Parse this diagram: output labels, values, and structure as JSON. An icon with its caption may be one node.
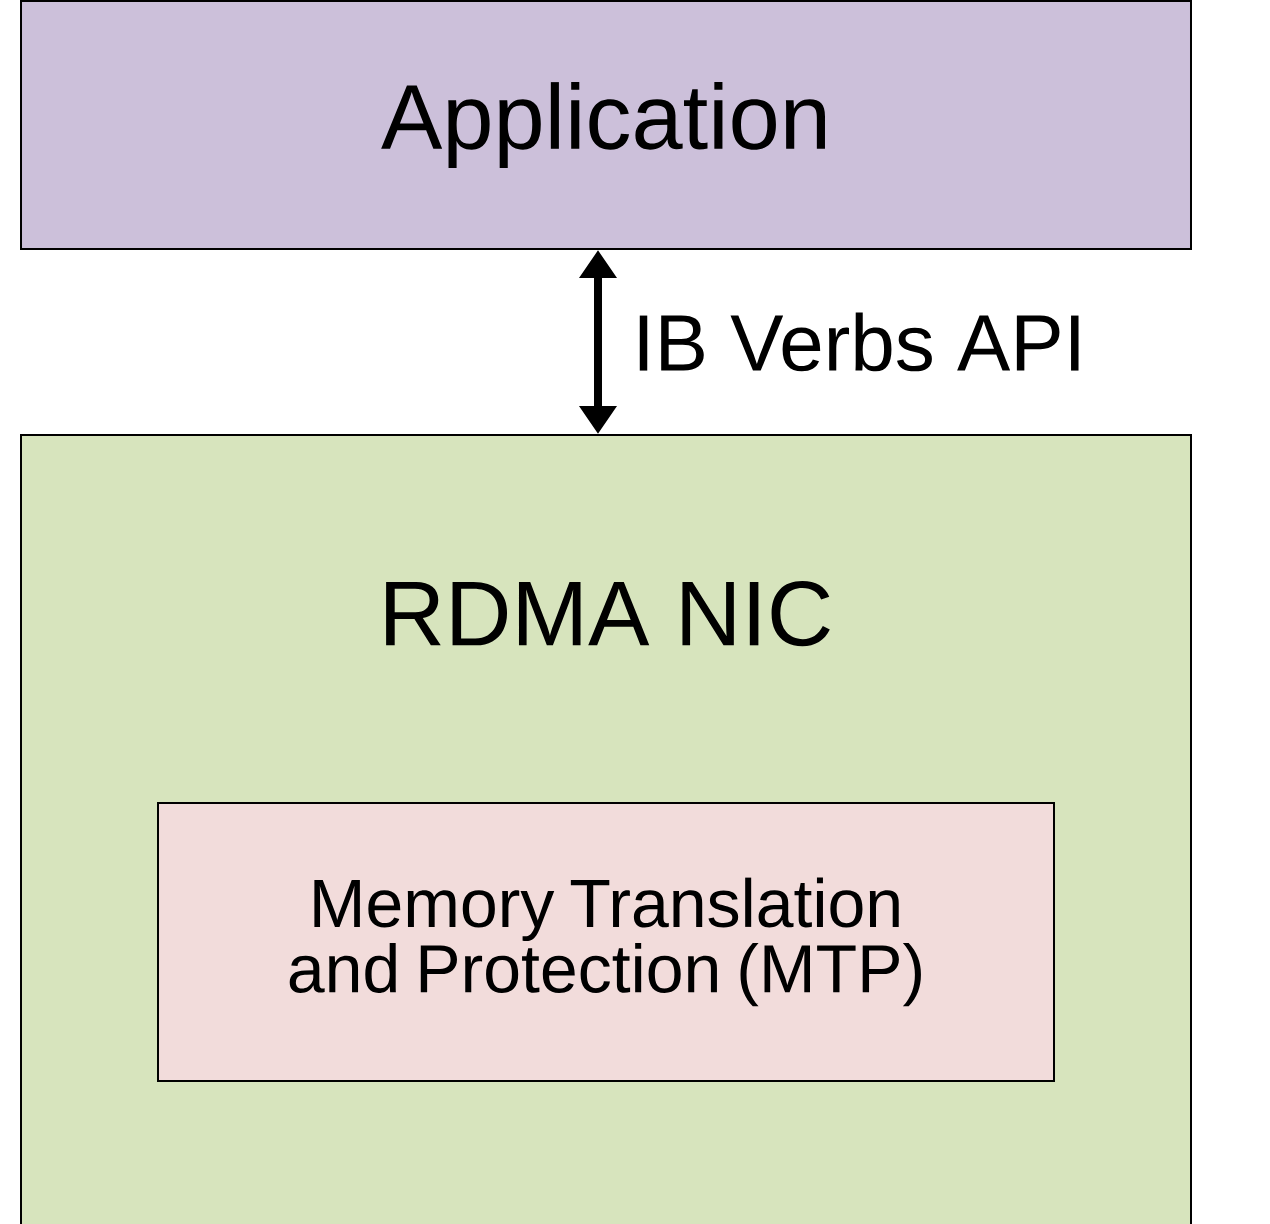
{
  "diagram": {
    "nodes": [
      {
        "text": [
          "Application"
        ]
      },
      {
        "text": [
          "RDMA NIC"
        ]
      },
      {
        "text": [
          "Memory Translation and Protection (MTP)"
        ],
        "in": 1
      }
    ],
    "edges": [
      {
        "from": 0,
        "to": 1,
        "arrow": "both",
        "label": "IB Verbs API"
      }
    ]
  }
}
